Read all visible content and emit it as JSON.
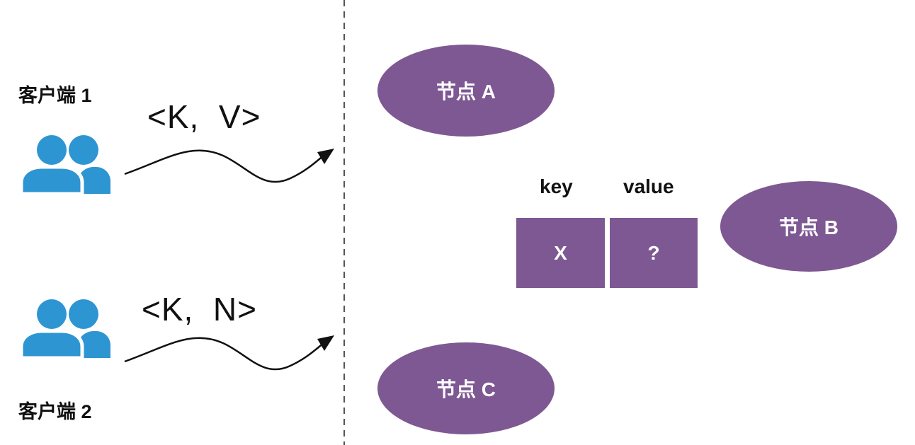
{
  "clients": [
    {
      "label": "客户端 1",
      "message": "<K,  V>"
    },
    {
      "label": "客户端 2",
      "message": "<K,  N>"
    }
  ],
  "nodes": {
    "a": "节点 A",
    "b": "节点 B",
    "c": "节点 C"
  },
  "kv_table": {
    "key_header": "key",
    "value_header": "value",
    "key_value": "X",
    "value_value": "?"
  },
  "colors": {
    "node_fill": "#7e5893",
    "client_icon": "#2e95d3",
    "arrow": "#111111",
    "divider": "#555555"
  },
  "icons": {
    "client": "users-icon"
  }
}
